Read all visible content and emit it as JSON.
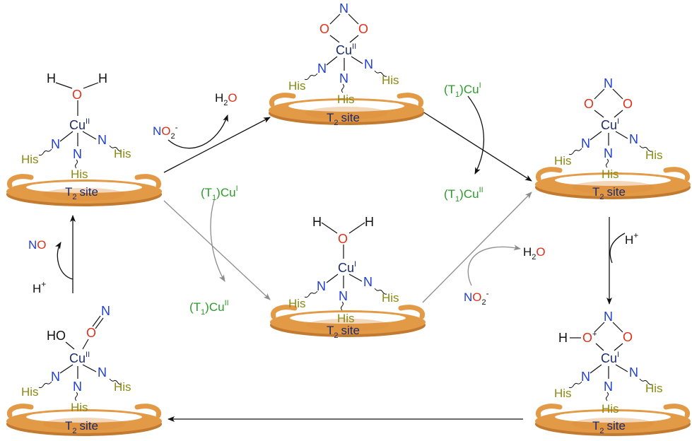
{
  "colors": {
    "nitrogen": "#1f3fd8",
    "oxygen": "#e0301a",
    "copper": "#1c2a6e",
    "histidine": "#8a8a12",
    "t1_reagent": "#2b9a2b",
    "platform_fill": "#e39a46",
    "platform_edge": "#b8722a",
    "arrow_main": "#111111",
    "arrow_alt": "#8c8c8c"
  },
  "text": {
    "t2": "T",
    "sub2": "2",
    "site": "site",
    "his": "His",
    "n": "N",
    "o": "O",
    "h": "H",
    "ho": "HO",
    "cu": "Cu",
    "ox_ii": "II",
    "ox_i": "I",
    "plus": "+",
    "minus": "-",
    "no": "NO",
    "h_plus": "H",
    "t1_open": "(T",
    "sub1": "1",
    "t1_close": ")Cu",
    "water_h": "H",
    "nitrite_o": "O"
  }
}
